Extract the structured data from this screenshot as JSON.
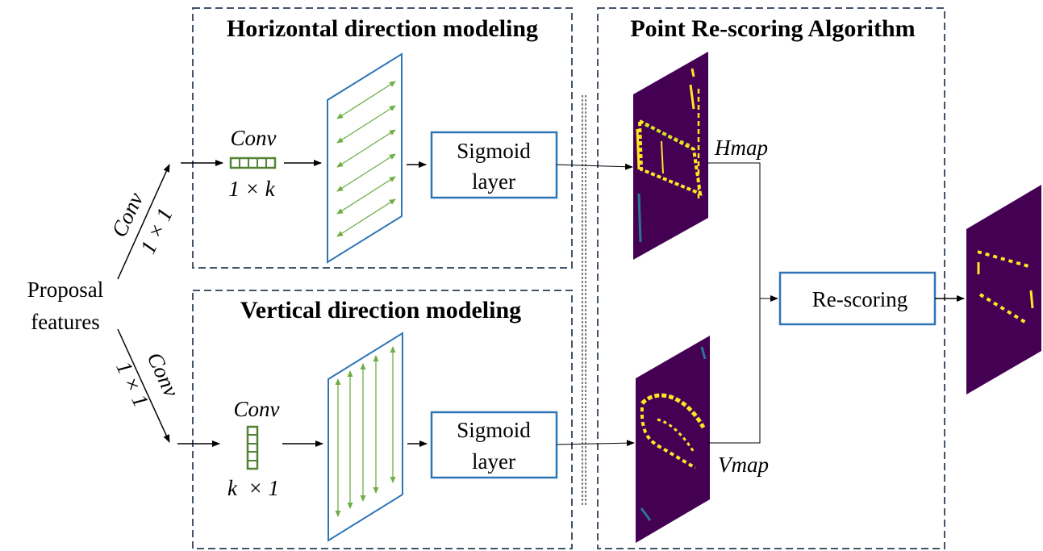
{
  "panels": {
    "horizontal_title": "Horizontal direction modeling",
    "vertical_title": "Vertical direction modeling",
    "rescoring_title": "Point Re-scoring Algorithm"
  },
  "input": {
    "line1": "Proposal",
    "line2": "features"
  },
  "branches": {
    "upper_conv": "Conv",
    "upper_size": "1 × 1",
    "lower_conv": "Conv",
    "lower_size": "1 × 1"
  },
  "horizontal": {
    "conv_label": "Conv",
    "kernel_label": "1 × k",
    "sigmoid_line1": "Sigmoid",
    "sigmoid_line2": "layer"
  },
  "vertical": {
    "conv_label": "Conv",
    "kernel_label": "k  × 1",
    "sigmoid_line1": "Sigmoid",
    "sigmoid_line2": "layer"
  },
  "maps": {
    "hmap_label": "Hmap",
    "vmap_label": "Vmap",
    "rescoring_label": "Re-scoring"
  },
  "colors": {
    "box_stroke": "#2e75b6",
    "arrow_green": "#70ad47",
    "kernel_green": "#548235",
    "map_background": "#440154",
    "map_highlight": "#fde725",
    "dashed_border": "#44546a"
  }
}
